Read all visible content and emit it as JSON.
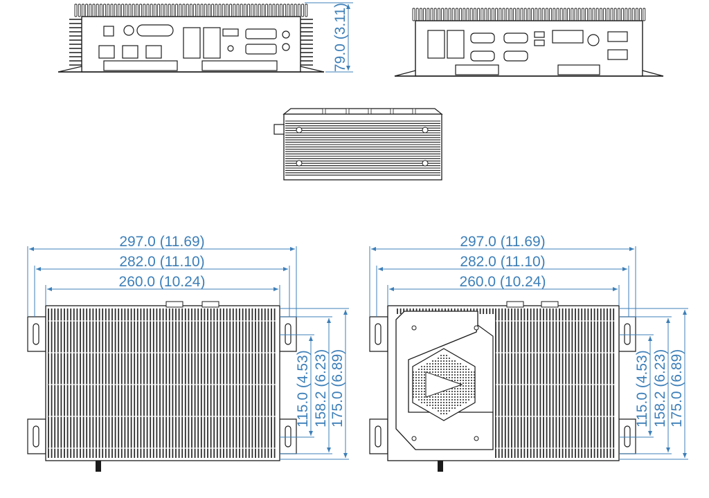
{
  "colors": {
    "dimension": "#3d7fb8",
    "line": "#1a1a1a",
    "fin": "#2a2a2a",
    "background": "#ffffff"
  },
  "front_view": {
    "height_label": "79.0 (3.11)"
  },
  "left_top_view": {
    "dim_overall": "297.0 (11.69)",
    "dim_mount": "282.0 (11.10)",
    "dim_body": "260.0 (10.24)",
    "dim_h_115": "115.0 (4.53)",
    "dim_h_158": "158.2 (6.23)",
    "dim_h_175": "175.0 (6.89)"
  },
  "right_top_view": {
    "dim_overall": "297.0 (11.69)",
    "dim_mount": "282.0 (11.10)",
    "dim_body": "260.0 (10.24)",
    "dim_h_115": "115.0 (4.53)",
    "dim_h_158": "158.2 (6.23)",
    "dim_h_175": "175.0 (6.89)"
  }
}
